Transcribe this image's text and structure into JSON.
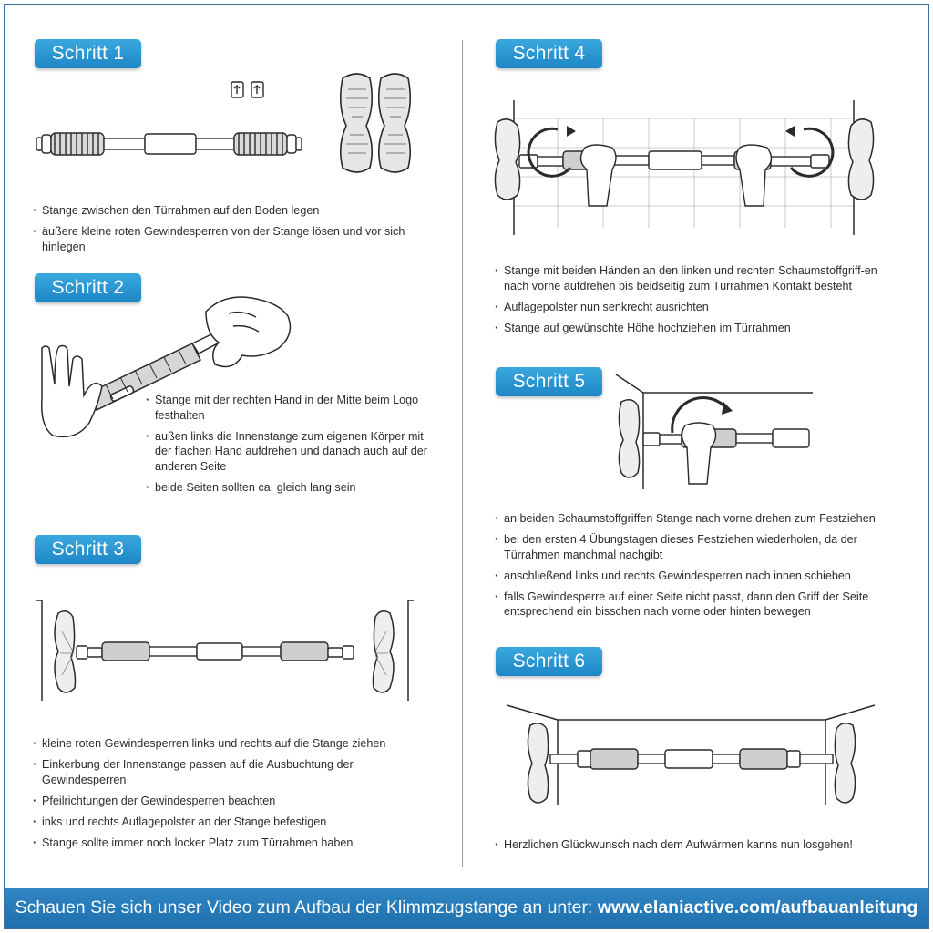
{
  "steps": [
    {
      "title": "Schritt 1",
      "bullets": [
        "Stange zwischen den Türrahmen auf den Boden legen",
        "äußere kleine roten Gewindesperren von der Stange lösen und vor sich hinlegen"
      ]
    },
    {
      "title": "Schritt 2",
      "bullets": [
        "Stange mit der rechten Hand in der Mitte beim Logo festhalten",
        "außen links die Innenstange zum eigenen Körper mit der flachen Hand aufdrehen und danach auch auf der anderen Seite",
        "beide Seiten sollten ca. gleich lang sein"
      ]
    },
    {
      "title": "Schritt 3",
      "bullets": [
        "kleine roten Gewindesperren links und rechts auf die Stange ziehen",
        "Einkerbung der Innenstange passen auf die Ausbuchtung der Gewindesperren",
        "Pfeilrichtungen der Gewindesperren beachten",
        "inks und rechts Auflagepolster an der Stange befestigen",
        "Stange sollte immer noch locker Platz zum Türrahmen haben"
      ]
    },
    {
      "title": "Schritt 4",
      "bullets": [
        "Stange mit beiden Händen an den linken und rechten Schaumstoffgriff-en nach vorne aufdrehen bis beidseitig zum Türrahmen Kontakt besteht",
        "Auflagepolster nun senkrecht ausrichten",
        "Stange auf gewünschte Höhe hochziehen im Türrahmen"
      ]
    },
    {
      "title": "Schritt 5",
      "bullets": [
        "an beiden Schaumstoffgriffen Stange nach vorne drehen zum Festziehen",
        "bei den ersten 4 Übungstagen dieses Festziehen wiederholen, da der Türrahmen manchmal nachgibt",
        "anschließend links und rechts Gewindesperren nach innen schieben",
        "falls Gewindesperre auf einer Seite nicht passt, dann den Griff der Seite entsprechend ein bisschen nach vorne oder hinten bewegen"
      ]
    },
    {
      "title": "Schritt 6",
      "bullets": [
        "Herzlichen Glückwunsch nach dem Aufwärmen kanns nun losgehen!"
      ]
    }
  ],
  "footer": {
    "text": "Schauen Sie sich unser Video zum Aufbau der Klimmzugstange an unter: ",
    "url": "www.elaniactive.com/aufbauanleitung"
  },
  "colors": {
    "badge": "#1e86c6",
    "footer": "#2277b5",
    "line_art": "#2a2a2a"
  }
}
